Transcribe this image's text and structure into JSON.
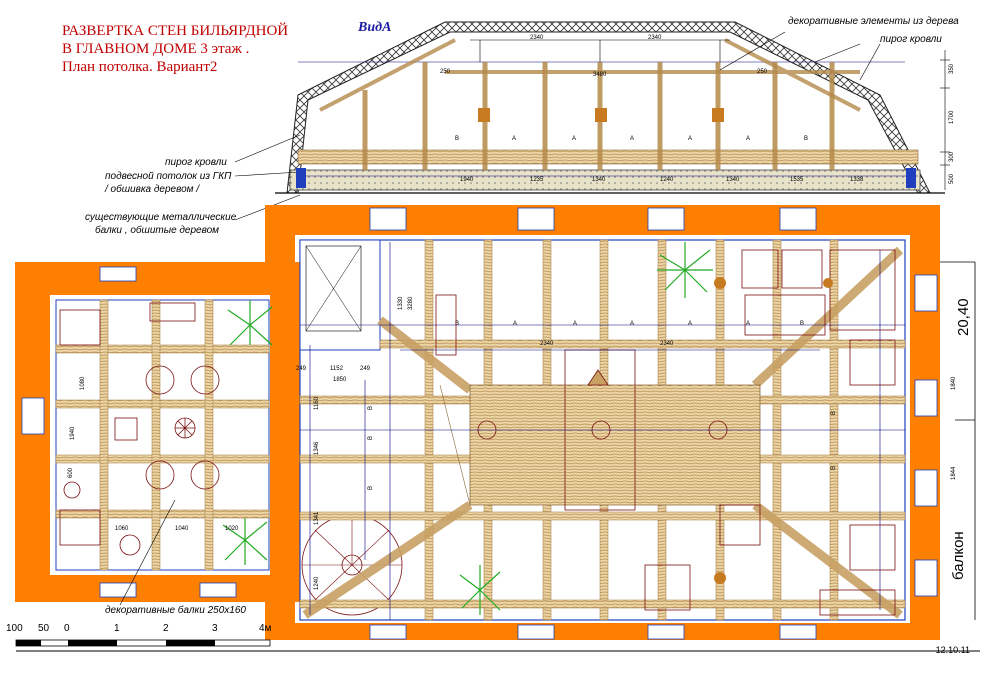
{
  "title": {
    "line1": "РАЗВЕРТКА СТЕН  БИЛЬЯРДНОЙ",
    "line2": "В ГЛАВНОМ ДОМЕ 3 этаж .",
    "line3": "План потолка. Вариант2"
  },
  "view_label": "ВидА",
  "notes": {
    "decor_wood": "декоративные элементы из дерева",
    "roof_pie_right": "пирог кровли",
    "roof_pie_left": "пирог кровли",
    "ceiling_gkl_1": "подвесной потолок из ГКП",
    "ceiling_gkl_2": "/ обшивка деревом /",
    "metal_beams_1": "существующие металлические",
    "metal_beams_2": "балки , обшитые деревом",
    "decor_beams": "декоративные балки 250х160"
  },
  "side_labels": {
    "balcony": "балкон",
    "dim_2040": "20,40"
  },
  "scale_bar": {
    "labels": [
      "100",
      "50",
      "0",
      "1",
      "2",
      "3",
      "4м"
    ]
  },
  "date": "12.10.11",
  "colors": {
    "wall": "#ff7f00",
    "beam": "#c8a064",
    "dimension": "#000080",
    "outline": "#1f3fbf",
    "furniture": "#7a1010",
    "plant": "#22aa22"
  }
}
